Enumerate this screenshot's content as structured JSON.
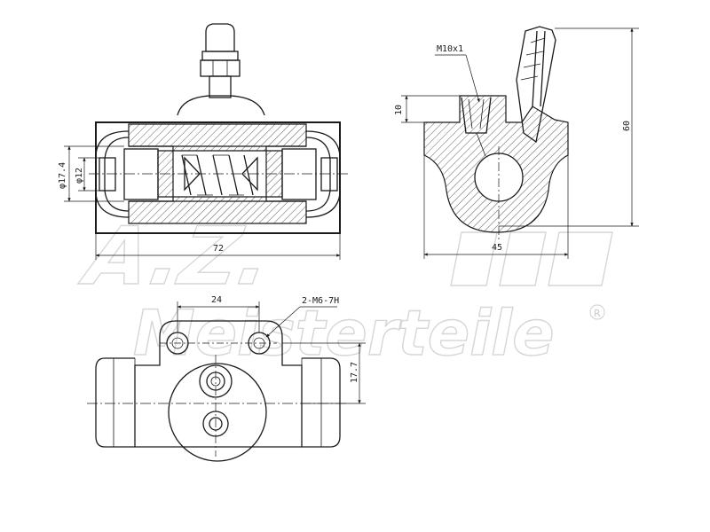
{
  "drawing": {
    "section_view": {
      "dim_overall_length": "72",
      "dim_outer_diameter": "φ17.4",
      "dim_bore_diameter": "φ12"
    },
    "end_view": {
      "dim_thread": "M10x1",
      "dim_offset": "10",
      "dim_height": "60",
      "dim_width": "45"
    },
    "top_view": {
      "dim_hole_spacing": "24",
      "dim_thread_holes": "2-M6-7H",
      "dim_vertical": "17.7"
    }
  },
  "watermark": {
    "brand": "Meisterteile",
    "logo": "A.Z.",
    "registered_mark": "R"
  }
}
